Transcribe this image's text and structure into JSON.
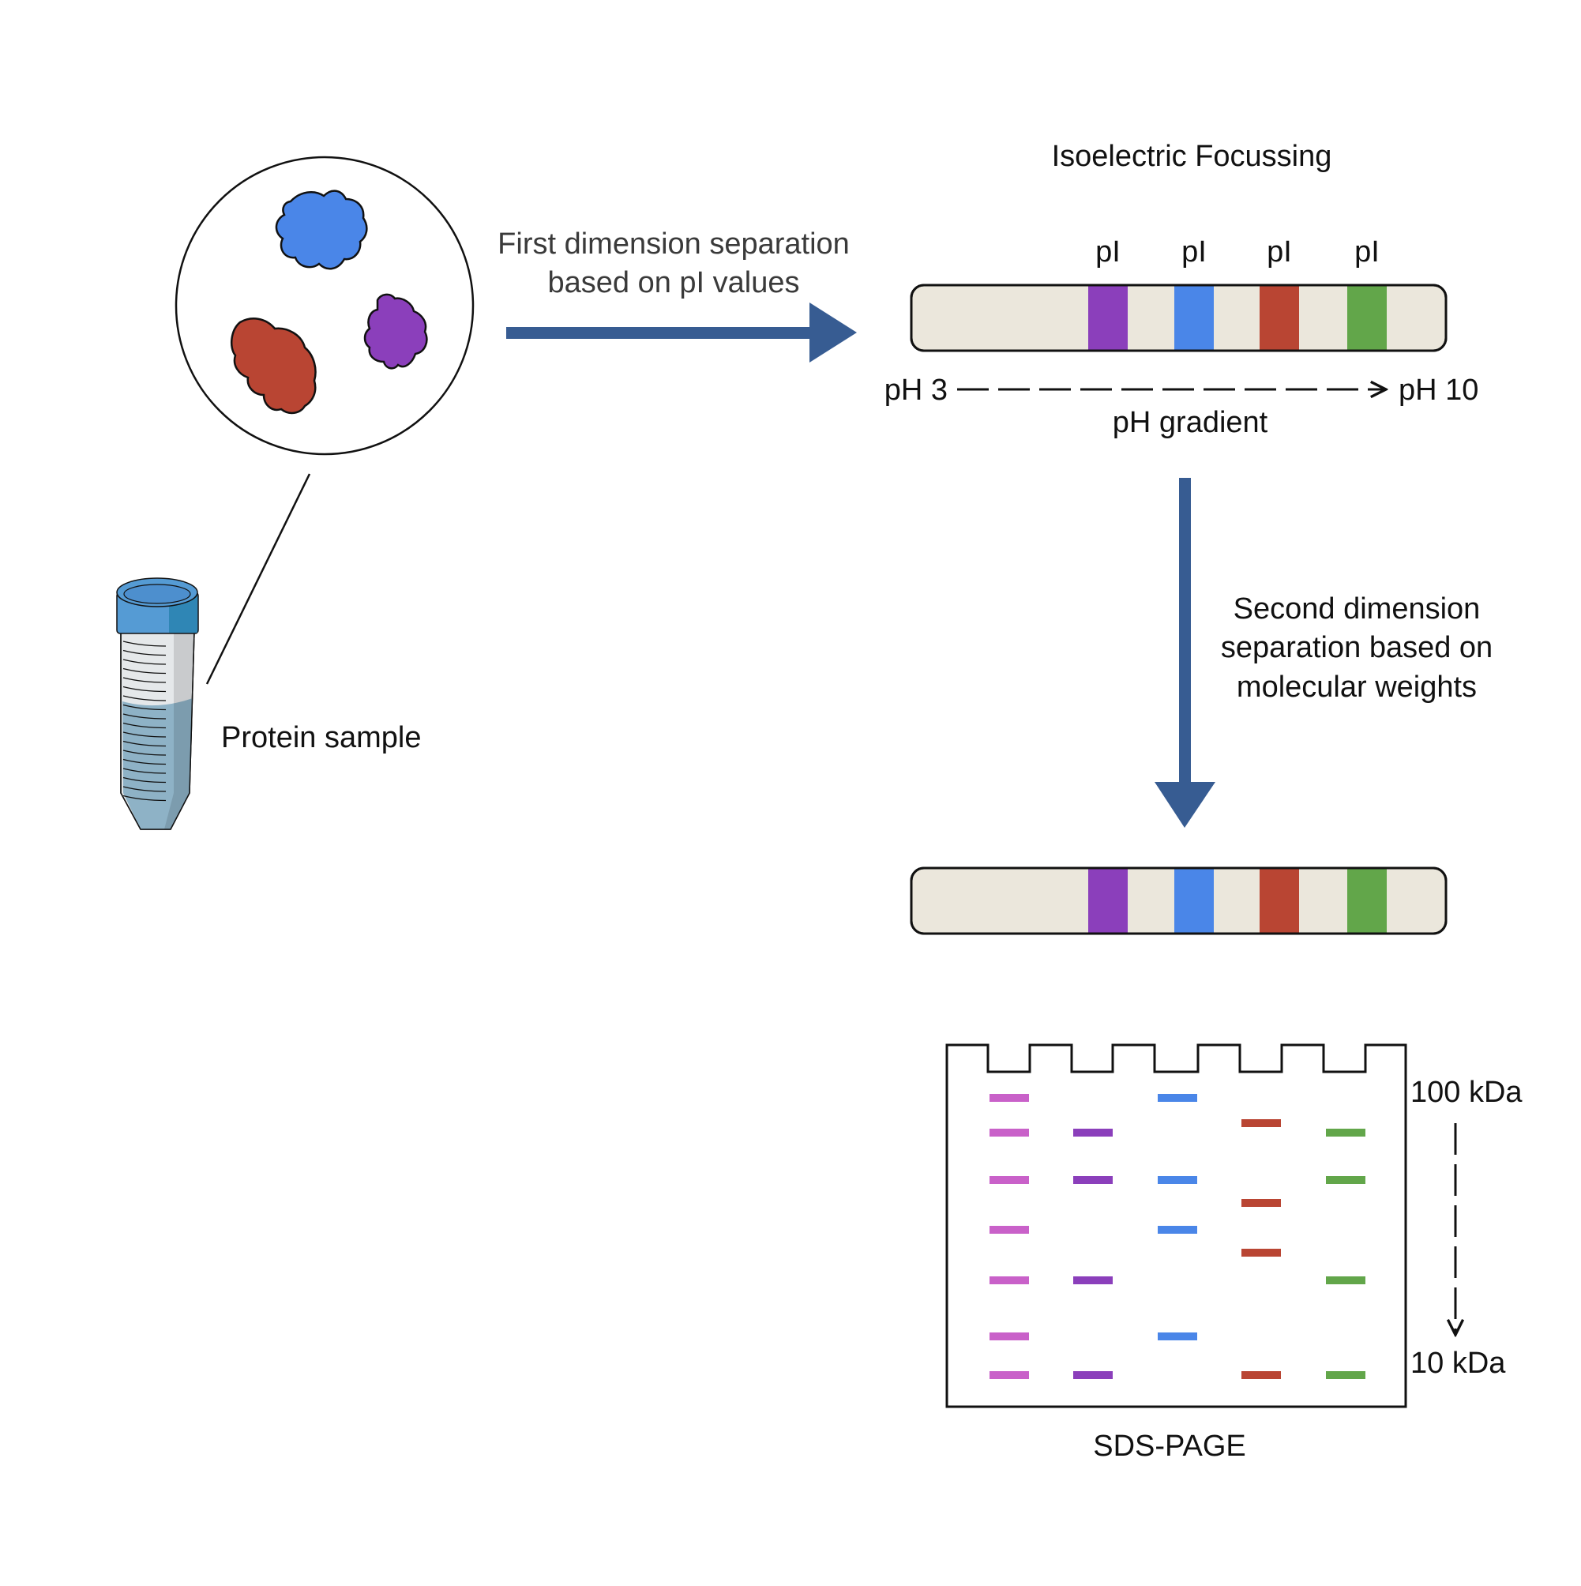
{
  "sample": {
    "label": "Protein sample",
    "proteins": [
      {
        "name": "blue-protein",
        "color": "#4a86e8"
      },
      {
        "name": "red-protein",
        "color": "#b94533"
      },
      {
        "name": "purple-protein",
        "color": "#8b3fbb"
      }
    ]
  },
  "step1": {
    "caption_line1": "First dimension separation",
    "caption_line2": "based on pI values"
  },
  "ief": {
    "title": "Isoelectric Focussing",
    "pi_labels": [
      "pI",
      "pI",
      "pI",
      "pI"
    ],
    "bands": [
      {
        "name": "purple",
        "color": "#8b3fbb"
      },
      {
        "name": "blue",
        "color": "#4a86e8"
      },
      {
        "name": "red",
        "color": "#b94533"
      },
      {
        "name": "green",
        "color": "#62a64a"
      }
    ],
    "strip_color": "#ebe7dc",
    "ph_start": "pH 3",
    "ph_end": "pH 10",
    "gradient_label": "pH gradient"
  },
  "step2": {
    "caption_line1": "Second dimension",
    "caption_line2": "separation based on",
    "caption_line3": "molecular weights"
  },
  "arrow_color": "#375c92",
  "sds_page": {
    "title": "SDS-PAGE",
    "top_marker": "100 kDa",
    "bottom_marker": "10 kDa",
    "lanes": [
      {
        "name": "ladder",
        "color": "#c961c9",
        "band_rows": [
          0,
          1,
          2,
          3,
          5,
          6,
          7
        ]
      },
      {
        "name": "purple",
        "color": "#8b3fbb",
        "band_rows": [
          1,
          2,
          5,
          7
        ]
      },
      {
        "name": "blue",
        "color": "#4a86e8",
        "band_rows": [
          0,
          2,
          3,
          6
        ]
      },
      {
        "name": "red",
        "color": "#b94533",
        "band_rows": [
          "r1",
          "r2",
          "r3",
          7
        ]
      },
      {
        "name": "green",
        "color": "#62a64a",
        "band_rows": [
          1,
          2,
          5,
          7
        ]
      }
    ]
  }
}
